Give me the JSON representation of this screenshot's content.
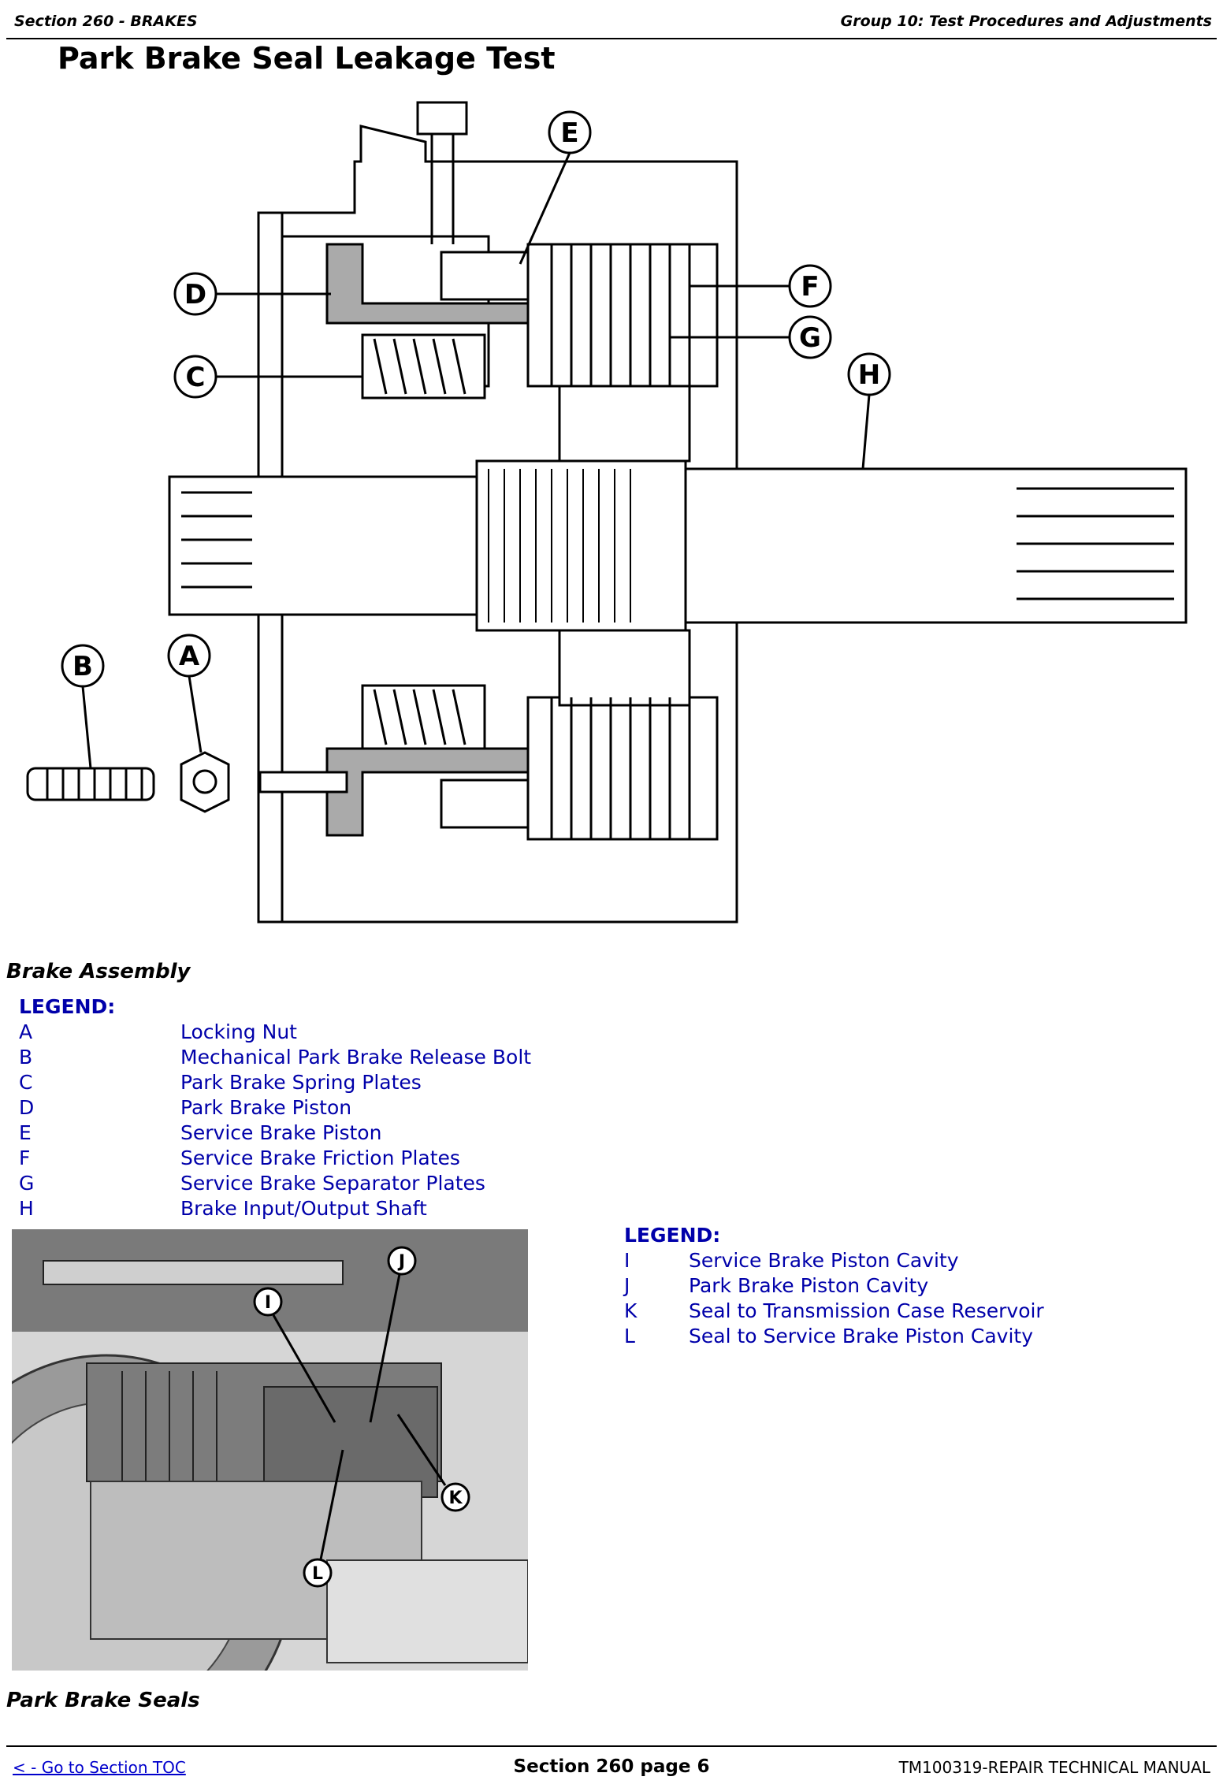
{
  "header": {
    "left": "Section 260 - BRAKES",
    "right": "Group 10: Test Procedures and Adjustments"
  },
  "title": "Park Brake Seal Leakage Test",
  "figure1": {
    "callouts": [
      "A",
      "B",
      "C",
      "D",
      "E",
      "F",
      "G",
      "H"
    ],
    "caption": "Brake Assembly"
  },
  "legend1": {
    "title": "LEGEND:",
    "items": [
      {
        "key": "A",
        "text": "Locking Nut"
      },
      {
        "key": "B",
        "text": "Mechanical Park Brake Release Bolt"
      },
      {
        "key": "C",
        "text": "Park Brake Spring Plates"
      },
      {
        "key": "D",
        "text": "Park Brake Piston"
      },
      {
        "key": "E",
        "text": "Service Brake Piston"
      },
      {
        "key": "F",
        "text": "Service Brake Friction Plates"
      },
      {
        "key": "G",
        "text": "Service Brake Separator Plates"
      },
      {
        "key": "H",
        "text": "Brake Input/Output Shaft"
      }
    ]
  },
  "figure2": {
    "callouts": [
      "I",
      "J",
      "K",
      "L"
    ],
    "caption": "Park Brake Seals"
  },
  "legend2": {
    "title": "LEGEND:",
    "items": [
      {
        "key": "I",
        "text": "Service Brake Piston Cavity"
      },
      {
        "key": "J",
        "text": "Park Brake Piston Cavity"
      },
      {
        "key": "K",
        "text": "Seal to Transmission Case Reservoir"
      },
      {
        "key": "L",
        "text": "Seal to Service Brake Piston Cavity"
      }
    ]
  },
  "footer": {
    "left": "< - Go to Section TOC",
    "center": "Section 260 page 6",
    "right": "TM100319-REPAIR TECHNICAL MANUAL"
  }
}
